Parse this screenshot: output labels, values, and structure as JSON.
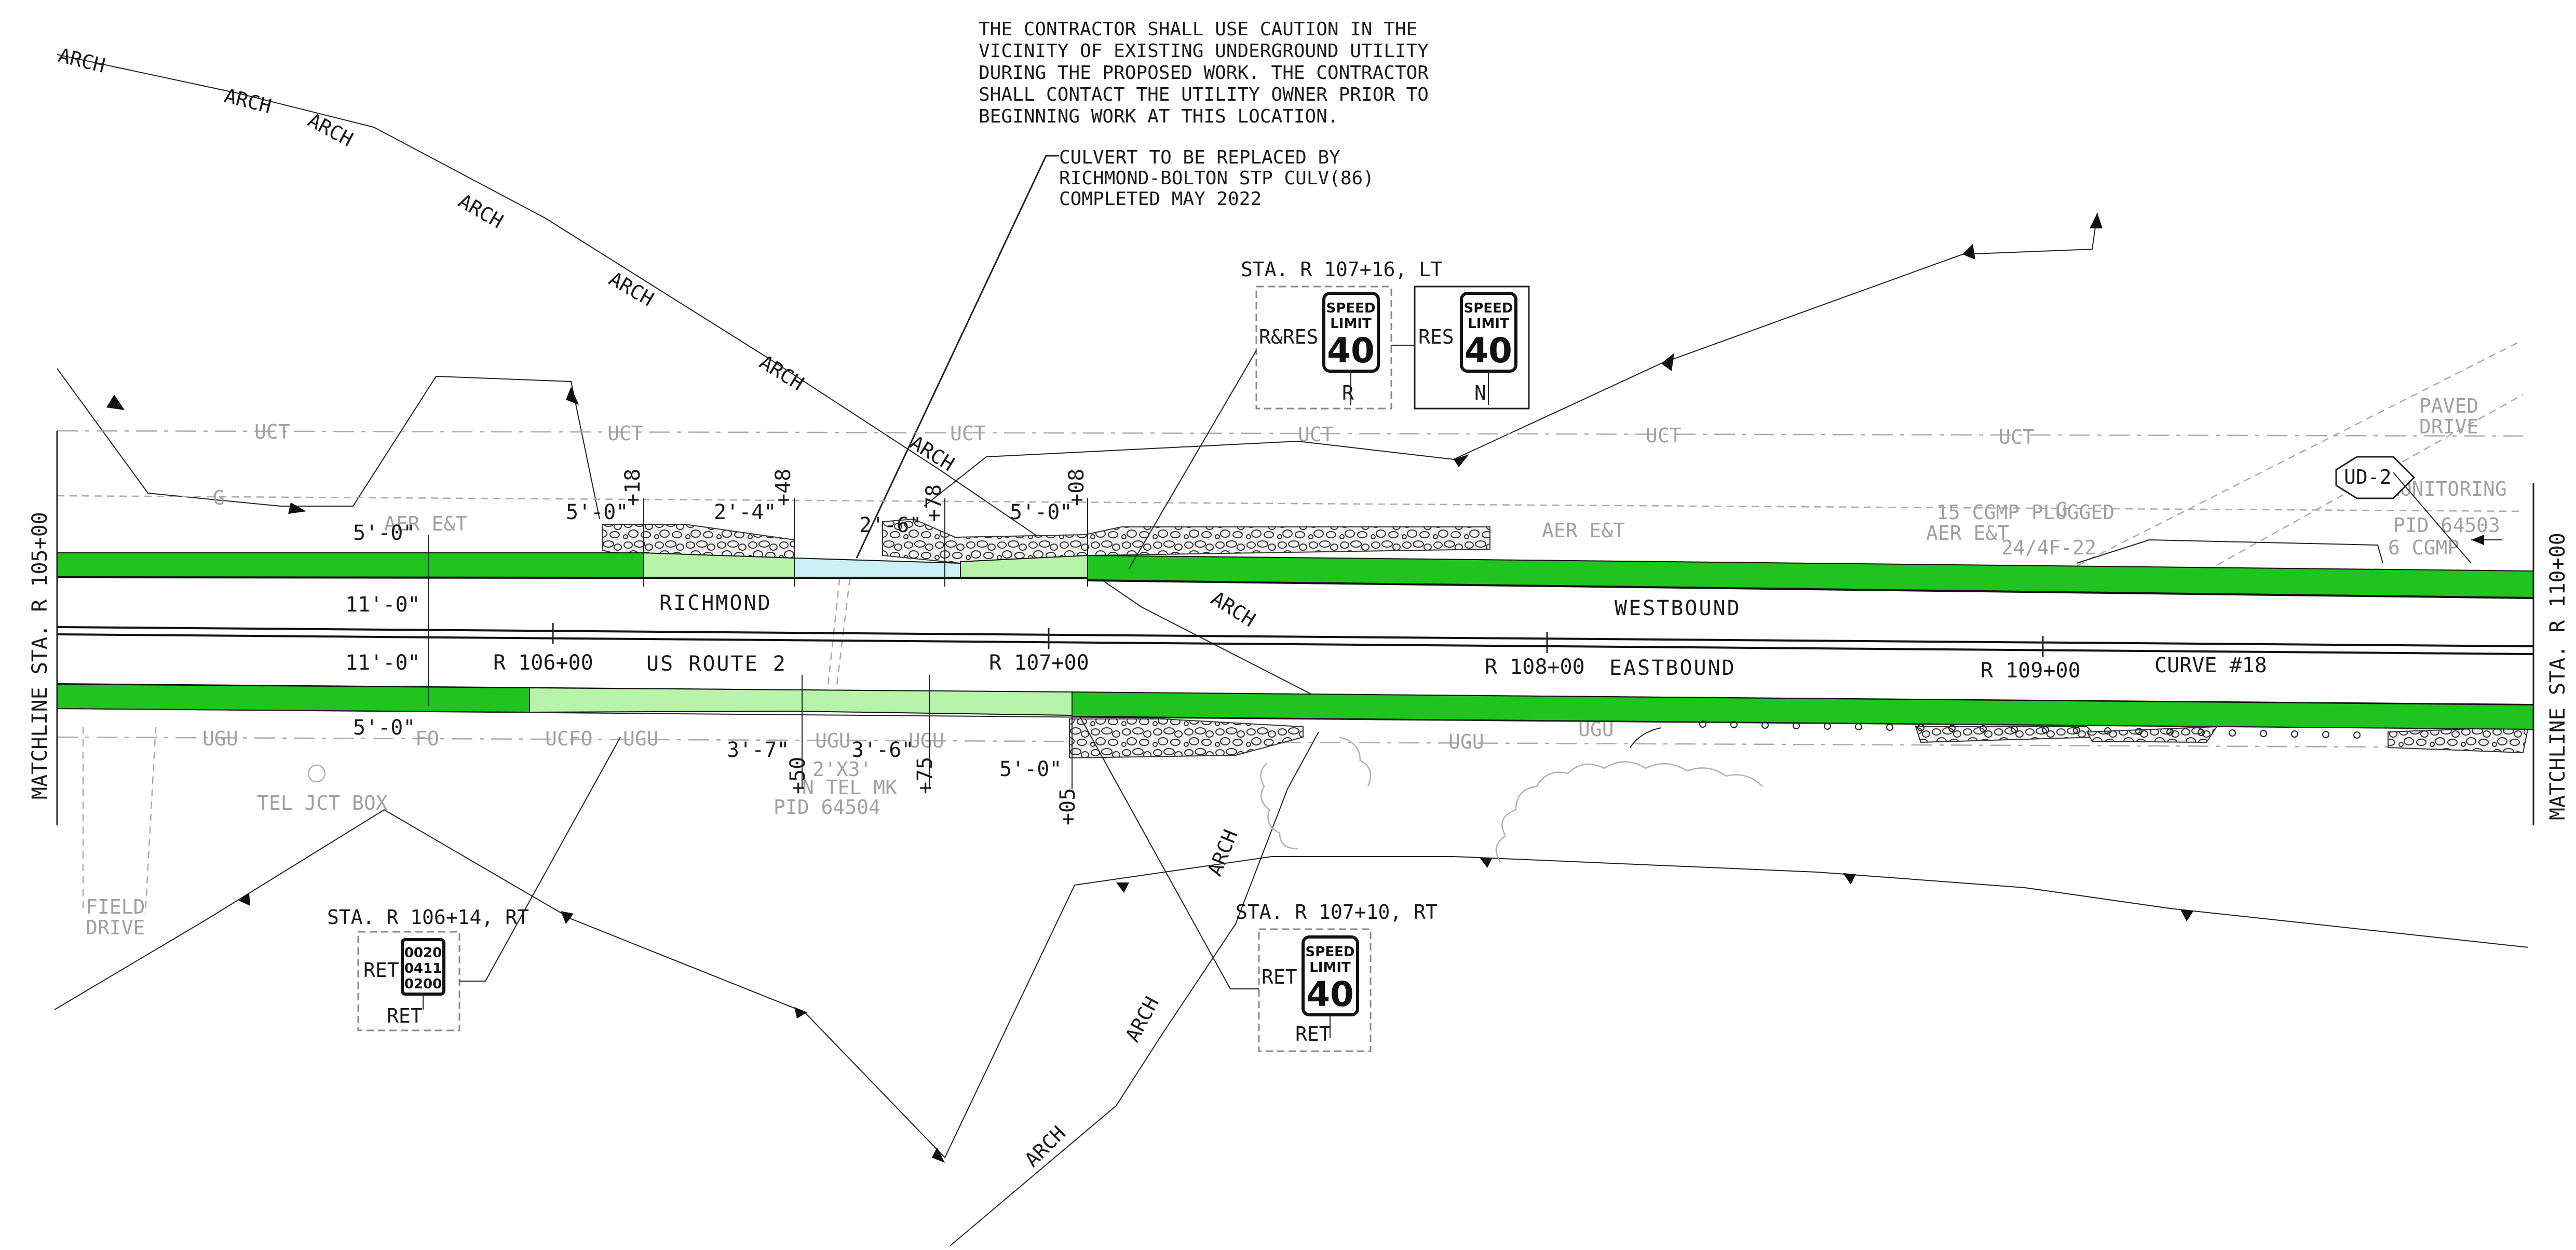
{
  "notes": {
    "caution": [
      "THE CONTRACTOR SHALL USE CAUTION IN THE",
      "VICINITY OF EXISTING UNDERGROUND UTILITY",
      "DURING THE PROPOSED WORK. THE CONTRACTOR",
      "SHALL CONTACT THE UTILITY OWNER PRIOR TO",
      "BEGINNING WORK AT THIS LOCATION."
    ],
    "culvert": [
      "CULVERT TO BE REPLACED BY",
      "RICHMOND-BOLTON STP CULV(86)",
      "COMPLETED MAY 2022"
    ]
  },
  "matchlines": {
    "left": "MATCHLINE STA. R 105+00",
    "right": "MATCHLINE STA. R 110+00"
  },
  "roadway": {
    "town": "RICHMOND",
    "route": "US ROUTE 2",
    "westbound": "WESTBOUND",
    "eastbound": "EASTBOUND",
    "curve": "CURVE #18",
    "stations": [
      "R 106+00",
      "R 107+00",
      "R 108+00",
      "R 109+00"
    ]
  },
  "dimensions": {
    "shoulder_north": "5'-0\"",
    "lane_wb": "11'-0\"",
    "lane_eb": "11'-0\"",
    "shoulder_south": "5'-0\"",
    "d1": "5'-0\"",
    "d2": "2'-4\"",
    "d3": "2'-6\"",
    "d4": "5'-0\"",
    "d5": "3'-7\"",
    "d6": "3'-6\"",
    "d7": "5'-0\""
  },
  "offsets": {
    "n1": "+18",
    "n2": "+48",
    "n3": "+78",
    "n4": "+08",
    "s1": "+50",
    "s2": "+75",
    "s3": "+05"
  },
  "utility_labels": {
    "arch": "ARCH",
    "uct": "UCT",
    "ugu": "UGU",
    "g": "G",
    "aer_et": "AER E&T",
    "aer_et_2": "AER E&T",
    "cgmp": "15 CGMP PLUGGED",
    "cgmp_date": "24/4F-22",
    "paved_drive": [
      "PAVED",
      "DRIVE"
    ],
    "field_drive": [
      "FIELD",
      "DRIVE"
    ],
    "tel_jct": "TEL JCT BOX",
    "tel_mk": [
      "2'X3'",
      "N TEL MK",
      "PID 64504"
    ],
    "monitoring": "MONITORING",
    "pid_right": "PID 64503",
    "cgmp_right": "6 CGMP",
    "ud_label": "UD-2",
    "ufo": "UCFO",
    "fo": "FO"
  },
  "signs": {
    "s1": {
      "sta": "STA. R 107+16, LT",
      "left_code": "R&RES",
      "bottom": "R",
      "line1": "SPEED",
      "line2": "LIMIT",
      "num": "40"
    },
    "s2": {
      "left_code": "RES",
      "bottom": "N",
      "line1": "SPEED",
      "line2": "LIMIT",
      "num": "40"
    },
    "s3": {
      "sta": "STA. R 106+14, RT",
      "left_code": "RET",
      "bottom": "RET",
      "l1": "0020",
      "l2": "0411",
      "l3": "0200"
    },
    "s4": {
      "sta": "STA. R 107+10, RT",
      "left_code": "RET",
      "bottom": "RET",
      "line1": "SPEED",
      "line2": "LIMIT",
      "num": "40"
    }
  },
  "colors": {
    "shoulder": "#1fc41f",
    "shoulder_light": "#b7f3a8",
    "culvert": "#c9f1f6"
  }
}
